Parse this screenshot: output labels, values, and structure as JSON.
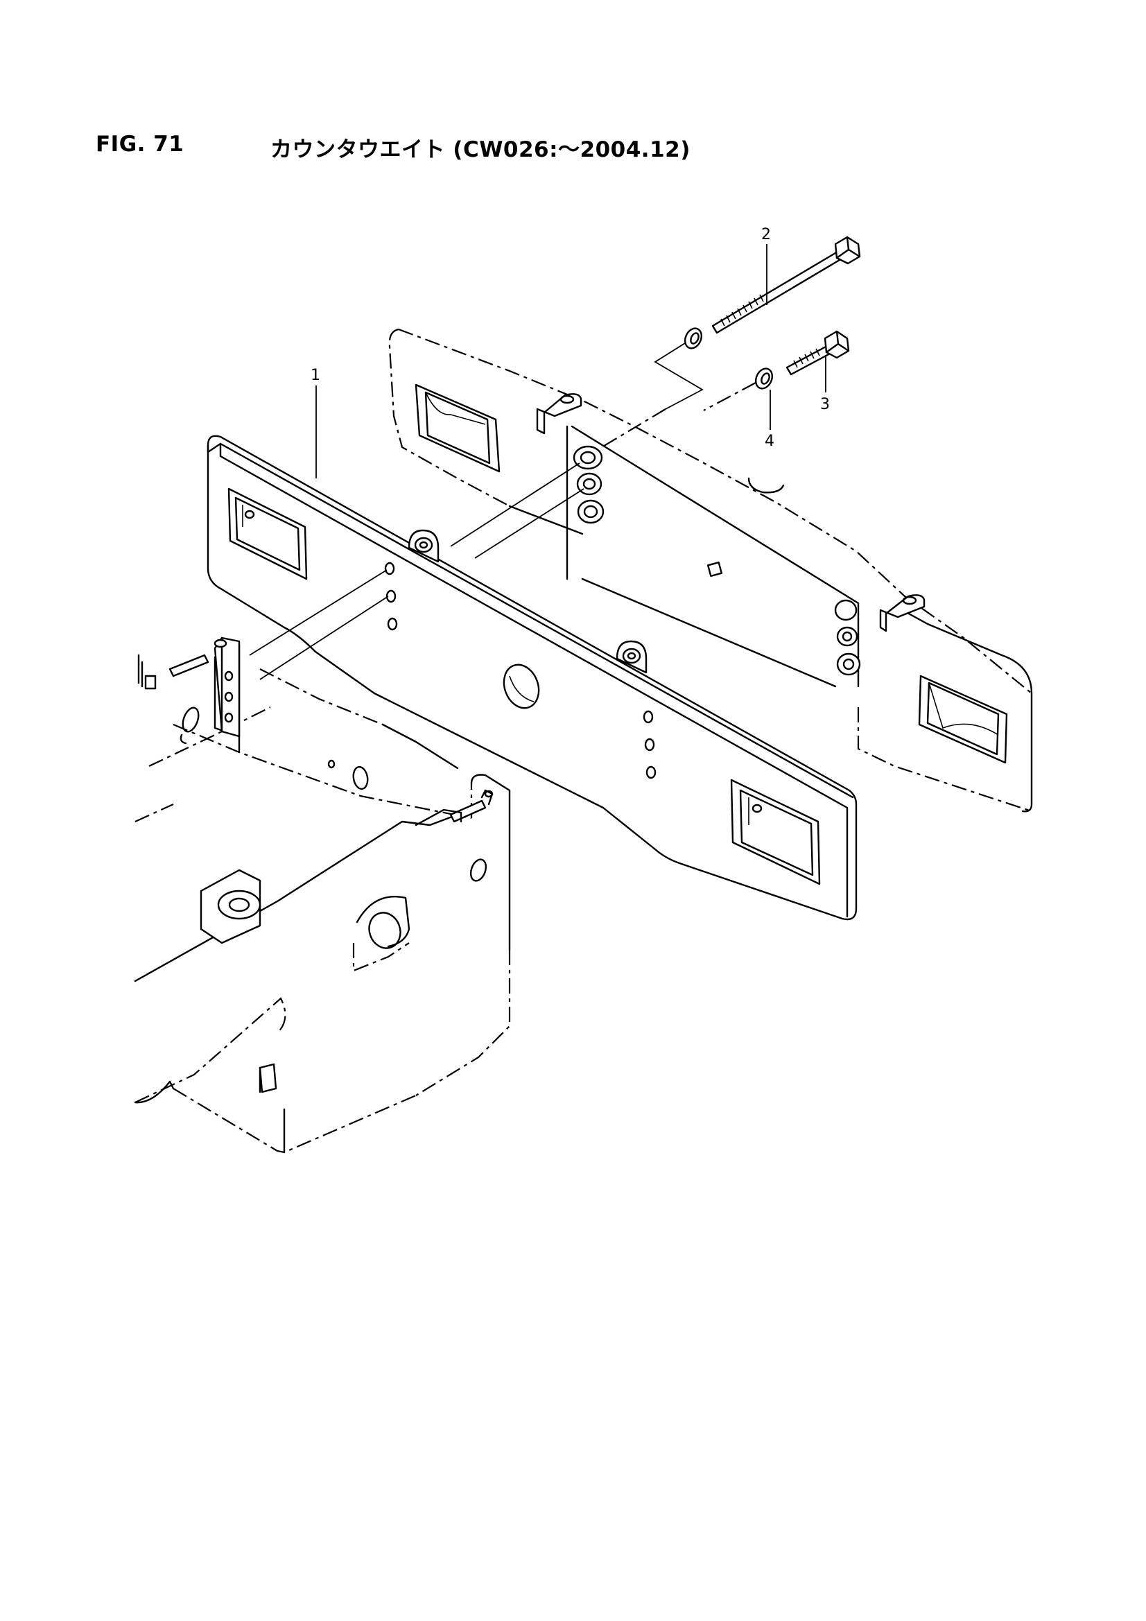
{
  "figure": {
    "number": "FIG. 71",
    "title": "カウンタウエイト (CW026:～2004.12)"
  },
  "callouts": [
    {
      "id": "1"
    },
    {
      "id": "2"
    },
    {
      "id": "3"
    },
    {
      "id": "4"
    }
  ]
}
